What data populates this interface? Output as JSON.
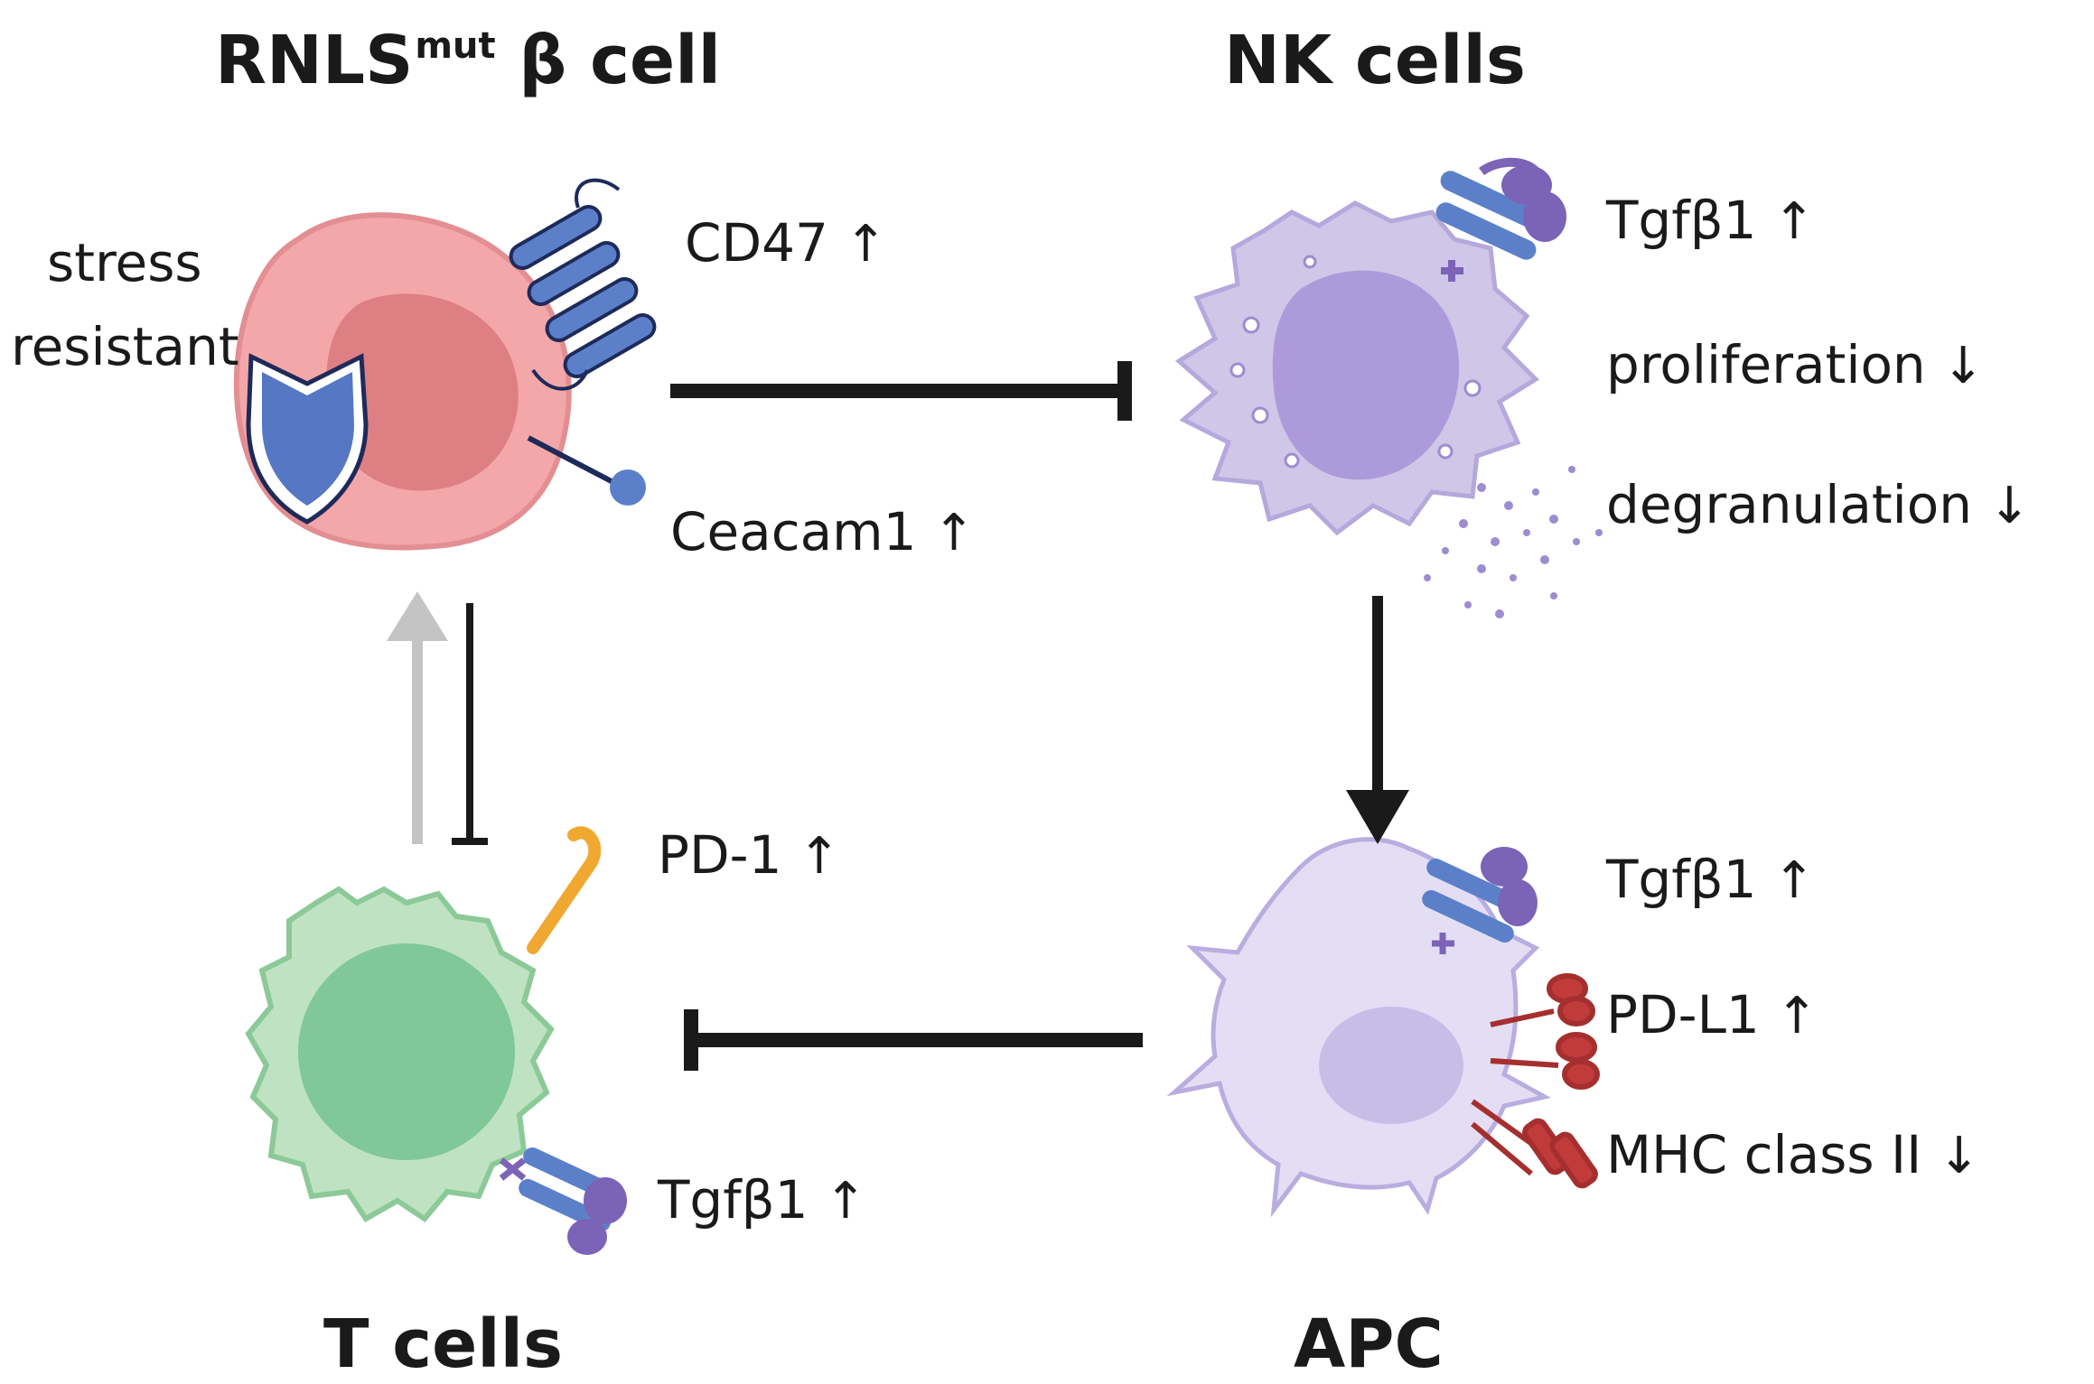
{
  "titles": {
    "beta_main": "RNLS",
    "beta_sup": "mut",
    "beta_tail": "β cell",
    "nk": "NK cells",
    "t": "T cells",
    "apc": "APC"
  },
  "beta_cell": {
    "stress_line1": "stress",
    "stress_line2": "resistant",
    "markers": [
      {
        "label": "CD47",
        "arrow": "↑"
      },
      {
        "label": "Ceacam1",
        "arrow": "↑"
      }
    ]
  },
  "nk_cell": {
    "markers": [
      {
        "label": "Tgfβ1",
        "arrow": "↑"
      },
      {
        "label": "proliferation",
        "arrow": "↓"
      },
      {
        "label": "degranulation",
        "arrow": "↓"
      }
    ]
  },
  "t_cell": {
    "markers": [
      {
        "label": "PD-1",
        "arrow": "↑"
      },
      {
        "label": "Tgfβ1",
        "arrow": "↑"
      }
    ]
  },
  "apc_cell": {
    "markers": [
      {
        "label": "Tgfβ1",
        "arrow": "↑"
      },
      {
        "label": "PD-L1",
        "arrow": "↑"
      },
      {
        "label": "MHC class II",
        "arrow": "↓"
      }
    ]
  },
  "colors": {
    "beta_cell": "#f4a7a9",
    "beta_nucleus": "#d9787c",
    "nk_cell": "#cfc6e8",
    "nk_nucleus": "#a895d8",
    "t_cell": "#bfe3c2",
    "t_nucleus": "#79c494",
    "apc_cell": "#e3def4",
    "apc_nucleus": "#c8bde6",
    "receptor_blue": "#5b80c9",
    "tgf_purple": "#7b63b8",
    "pd1_orange": "#f0a830",
    "pdl1_red": "#c23b3b",
    "shield": "#5577c4",
    "inhibit_line": "#1a1a1a",
    "grey_arrow": "#c4c4c4"
  }
}
